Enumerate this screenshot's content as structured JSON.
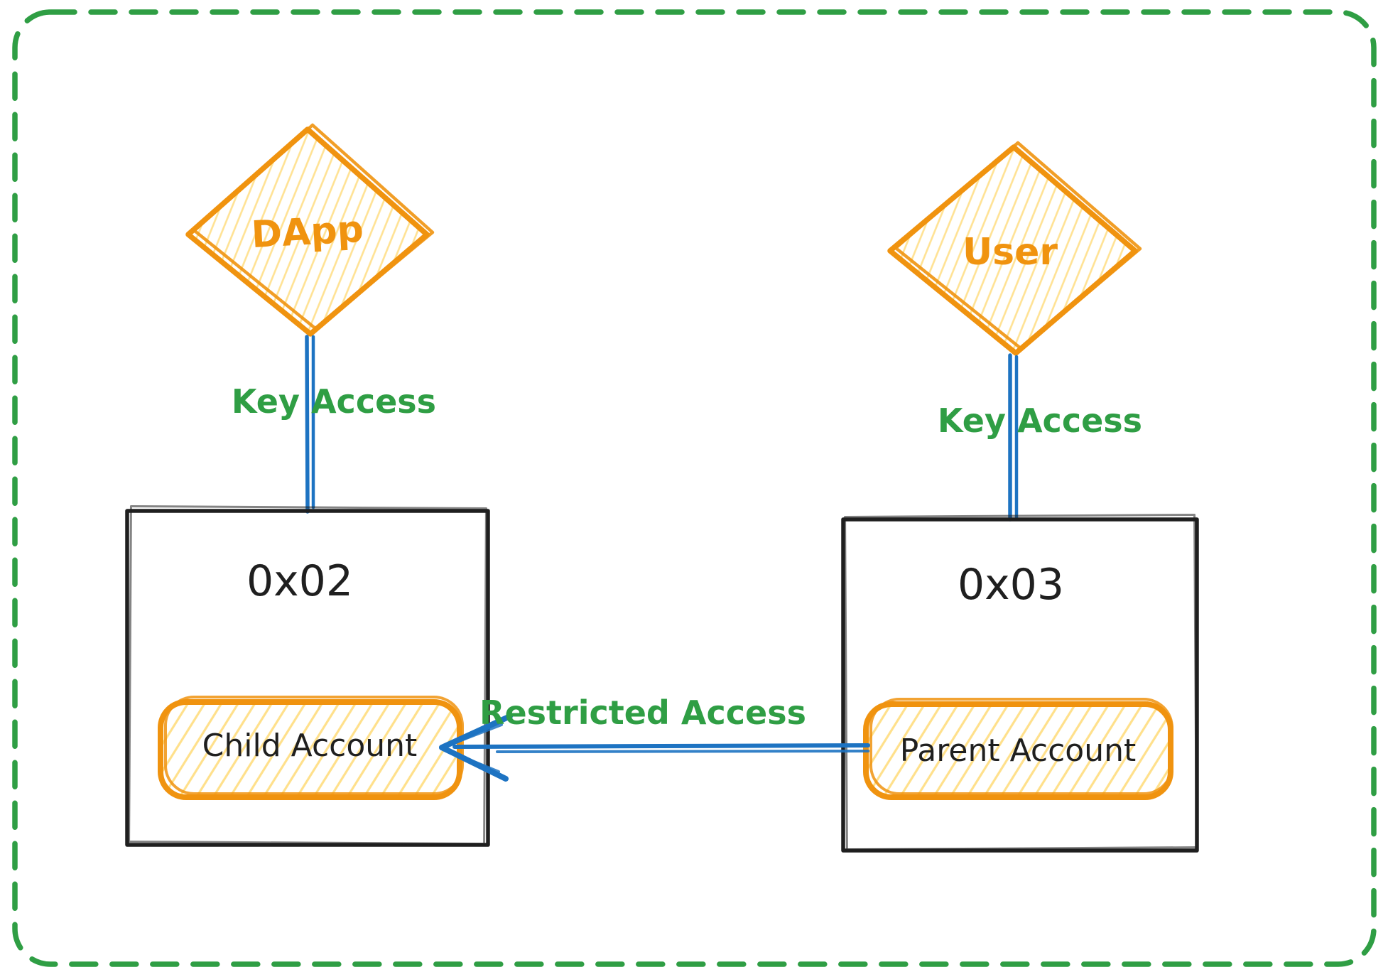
{
  "diagram": {
    "actors": {
      "dapp": {
        "label": "DApp"
      },
      "user": {
        "label": "User"
      }
    },
    "accounts": {
      "left": {
        "address": "0x02",
        "pill": "Child Account"
      },
      "right": {
        "address": "0x03",
        "pill": "Parent Account"
      }
    },
    "edges": {
      "dapp_key": {
        "label": "Key Access"
      },
      "user_key": {
        "label": "Key Access"
      },
      "restricted": {
        "label": "Restricted Access"
      }
    },
    "colors": {
      "frame_green": "#2f9e44",
      "link_blue": "#1d73c2",
      "shape_orange": "#f0930f",
      "hatch_yellow": "#ffd96e",
      "ink_black": "#1f1f1f"
    }
  }
}
